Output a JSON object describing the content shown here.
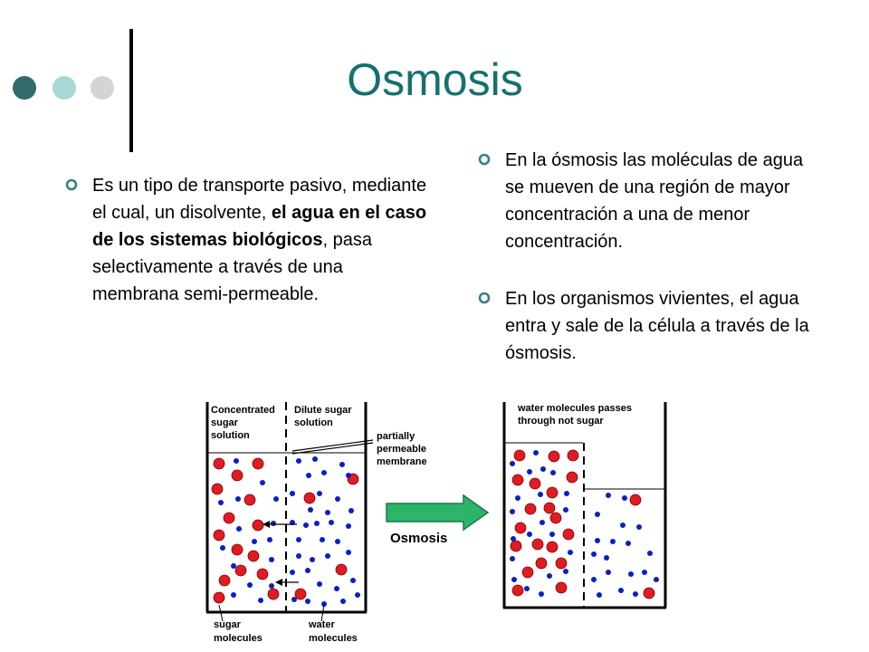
{
  "slide": {
    "title": "Osmosis",
    "left_bullet": {
      "text_before": "Es un tipo de transporte pasivo, mediante el cual, un disolvente, ",
      "bold": "el agua en el caso de los sistemas biológicos",
      "text_after": ", pasa selectivamente a través de una membrana semi-permeable."
    },
    "right_bullets": [
      "En la ósmosis las moléculas de agua se mueven de una región de mayor concentración a una de menor concentración.",
      "En los organismos vivientes, el agua entra y sale de la célula a través de la ósmosis."
    ]
  },
  "diagram": {
    "labels": {
      "concentrated": [
        "Concentrated",
        "sugar",
        "solution"
      ],
      "dilute": [
        "Dilute sugar",
        "solution"
      ],
      "membrane": [
        "partially",
        "permeable",
        "membrane"
      ],
      "sugar": [
        "sugar",
        "molecules"
      ],
      "water": [
        "water",
        "molecules"
      ],
      "passes": [
        "water molecules passes",
        "through not sugar"
      ],
      "arrow": "Osmosis"
    },
    "colors": {
      "sugar": "#e01b22",
      "water": "#0b1fc4",
      "arrow_fill": "#2db36a",
      "arrow_edge": "#1a7a44",
      "accent": "#16706f"
    }
  }
}
